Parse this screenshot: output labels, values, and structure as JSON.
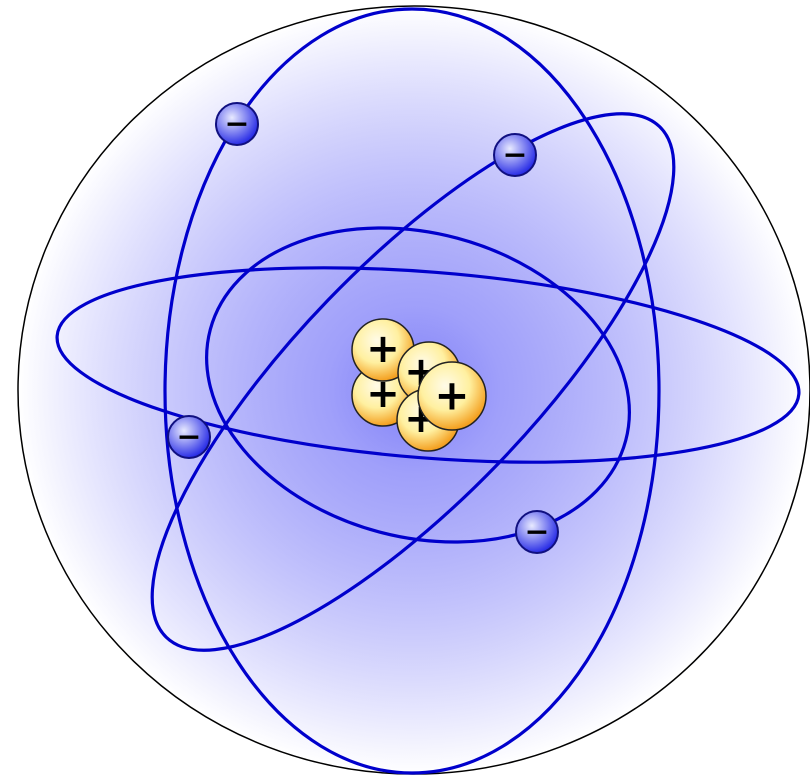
{
  "diagram": {
    "kind": "atom-model",
    "colors": {
      "background": "#ffffff",
      "boundary": "#000000",
      "glow_center": "#8080f8",
      "glow_edge": "#ffffff",
      "orbit": "#0000cc",
      "electron_light": "#e8eaff",
      "electron_dark": "#2a2ee6",
      "electron_stroke": "#101080",
      "nucleon_light": "#fffbe8",
      "nucleon_mid": "#fff0a0",
      "nucleon_dark": "#f4a020",
      "nucleon_stroke": "#222222",
      "sign": "#000000"
    },
    "orbit_count": 4,
    "electrons": [
      {
        "name": "electron-1",
        "charge": "−"
      },
      {
        "name": "electron-2",
        "charge": "−"
      },
      {
        "name": "electron-3",
        "charge": "−"
      },
      {
        "name": "electron-4",
        "charge": "−"
      }
    ],
    "nucleons": [
      {
        "name": "nucleon-1",
        "charge": "+"
      },
      {
        "name": "nucleon-2",
        "charge": "+"
      },
      {
        "name": "nucleon-3",
        "charge": "+"
      },
      {
        "name": "nucleon-4",
        "charge": "+"
      },
      {
        "name": "nucleon-5",
        "charge": "+"
      }
    ]
  }
}
